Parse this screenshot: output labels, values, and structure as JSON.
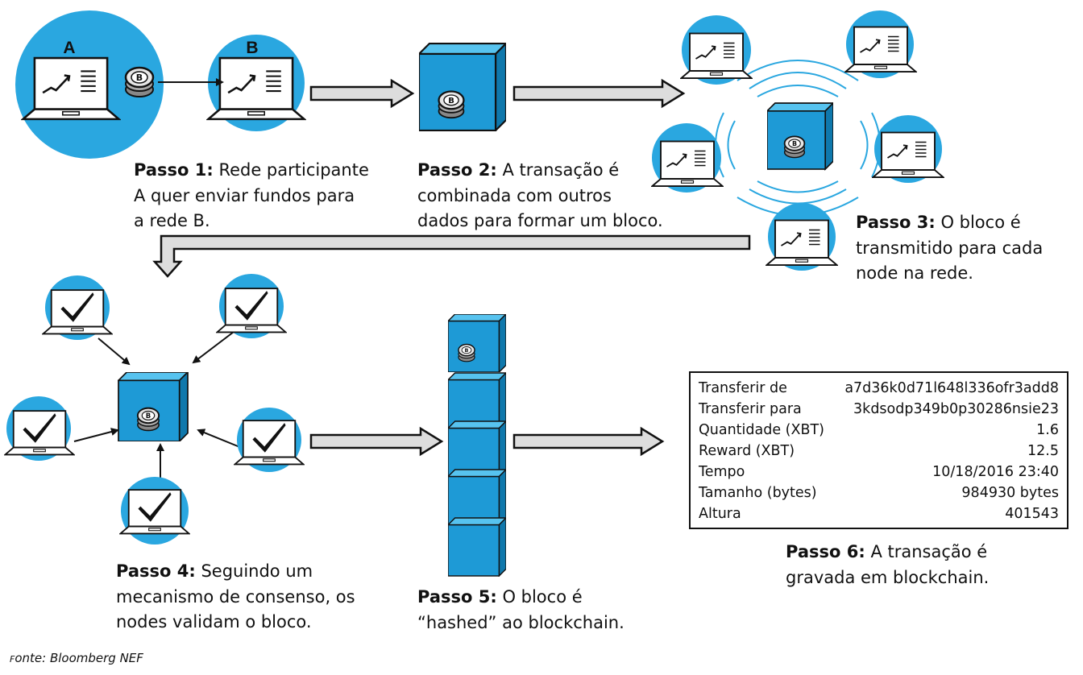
{
  "colors": {
    "circle": "#2aa7e0",
    "cube_front": "#1e9ad6",
    "cube_top": "#57c3ef",
    "cube_side": "#0f78ac",
    "line": "#111111"
  },
  "laptop_labels": {
    "a": "A",
    "b": "B"
  },
  "steps": [
    {
      "title": "Passo 1:",
      "lines": [
        "Rede participante",
        "A quer enviar fundos para",
        "a rede B."
      ]
    },
    {
      "title": "Passo 2:",
      "lines": [
        "A transação é",
        "combinada com outros",
        "dados para formar um bloco."
      ]
    },
    {
      "title": "Passo 3:",
      "lines": [
        "O bloco é",
        "transmitido para cada",
        "node na rede."
      ]
    },
    {
      "title": "Passo 4:",
      "lines": [
        "Seguindo um",
        "mecanismo de consenso, os",
        "nodes validam o bloco."
      ]
    },
    {
      "title": "Passo 5:",
      "lines": [
        "O bloco é",
        "“hashed” ao blockchain."
      ]
    },
    {
      "title": "Passo 6:",
      "lines": [
        "A transação é",
        "gravada em blockchain."
      ]
    }
  ],
  "transaction": [
    {
      "label": "Transferir de",
      "value": "a7d36k0d71l648l336ofr3add8"
    },
    {
      "label": "Transferir para",
      "value": "3kdsodp349b0p30286nsie23"
    },
    {
      "label": "Quantidade (XBT)",
      "value": "1.6"
    },
    {
      "label": "Reward (XBT)",
      "value": "12.5"
    },
    {
      "label": "Tempo",
      "value": "10/18/2016 23:40"
    },
    {
      "label": "Tamanho (bytes)",
      "value": "984930 bytes"
    },
    {
      "label": "Altura",
      "value": "401543"
    }
  ],
  "source": {
    "prefix": "F",
    "text": "onte: Bloomberg NEF"
  }
}
